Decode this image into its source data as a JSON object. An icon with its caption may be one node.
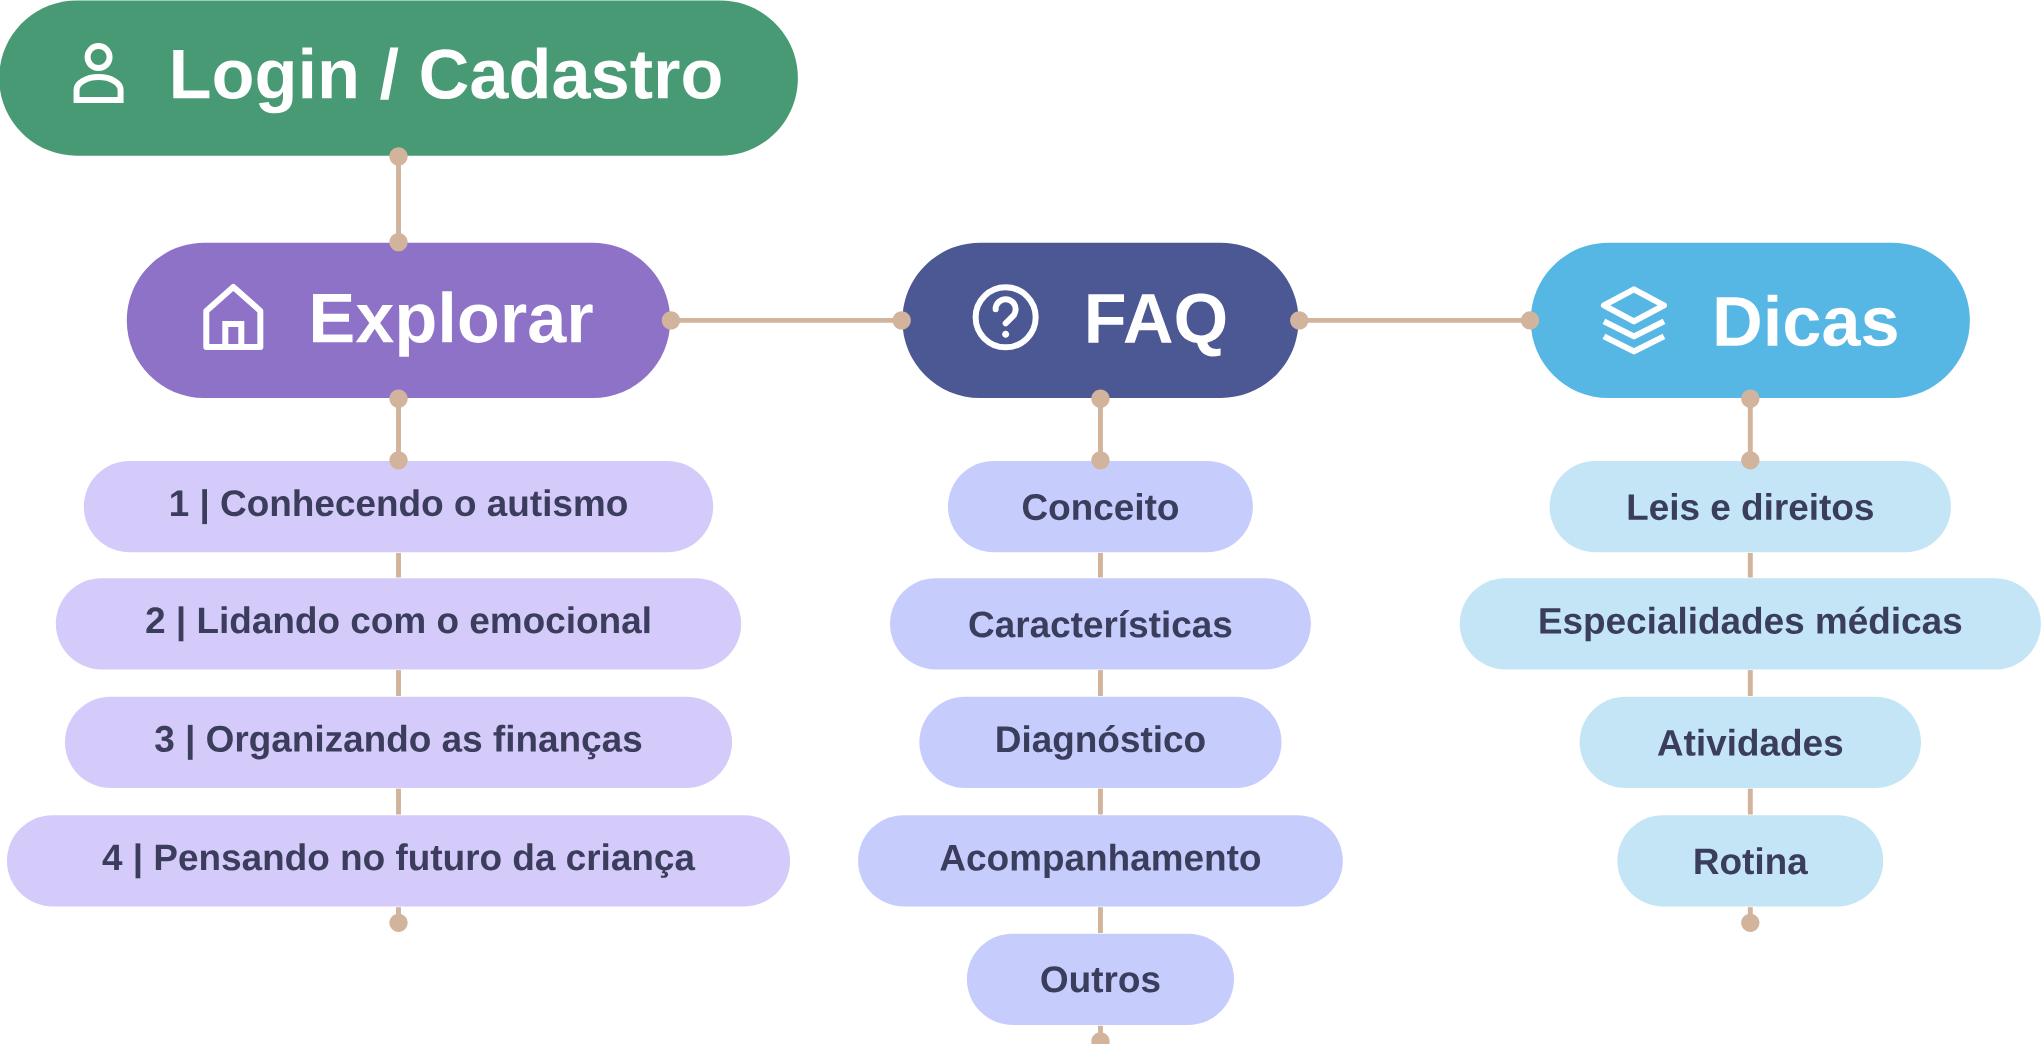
{
  "diagram": {
    "nodes": [
      {
        "text": [
          "Login / Cadastro"
        ]
      },
      {
        "text": [
          "Explorar"
        ]
      },
      {
        "text": [
          "FAQ"
        ]
      },
      {
        "text": [
          "Dicas"
        ]
      },
      {
        "text": [
          "1 | Conhecendo o autismo"
        ]
      },
      {
        "text": [
          "2 | Lidando com o emocional"
        ]
      },
      {
        "text": [
          "3 | Organizando as finanças"
        ]
      },
      {
        "text": [
          "4 | Pensando no futuro da criança"
        ]
      },
      {
        "text": [
          "Conceito"
        ]
      },
      {
        "text": [
          "Características"
        ]
      },
      {
        "text": [
          "Diagnóstico"
        ]
      },
      {
        "text": [
          "Acompanhamento"
        ]
      },
      {
        "text": [
          "Outros"
        ]
      },
      {
        "text": [
          "Leis e direitos"
        ]
      },
      {
        "text": [
          "Especialidades médicas"
        ]
      },
      {
        "text": [
          "Atividades"
        ]
      },
      {
        "text": [
          "Rotina"
        ]
      }
    ],
    "edges": [
      {
        "from": 0,
        "to": 1,
        "arrow": "other"
      },
      {
        "from": 1,
        "to": 2,
        "arrow": "other"
      },
      {
        "from": 2,
        "to": 3,
        "arrow": "other"
      },
      {
        "from": 1,
        "to": 4,
        "arrow": "other"
      },
      {
        "from": 4,
        "to": 5,
        "arrow": "none"
      },
      {
        "from": 5,
        "to": 6,
        "arrow": "none"
      },
      {
        "from": 6,
        "to": 7,
        "arrow": "none"
      },
      {
        "from": 7,
        "to": null,
        "arrow": "other"
      },
      {
        "from": 2,
        "to": 8,
        "arrow": "other"
      },
      {
        "from": 8,
        "to": 9,
        "arrow": "none"
      },
      {
        "from": 9,
        "to": 10,
        "arrow": "none"
      },
      {
        "from": 10,
        "to": 11,
        "arrow": "none"
      },
      {
        "from": 11,
        "to": 12,
        "arrow": "none"
      },
      {
        "from": 12,
        "to": null,
        "arrow": "other"
      },
      {
        "from": 3,
        "to": 13,
        "arrow": "other"
      },
      {
        "from": 13,
        "to": 14,
        "arrow": "none"
      },
      {
        "from": 14,
        "to": 15,
        "arrow": "none"
      },
      {
        "from": 15,
        "to": 16,
        "arrow": "none"
      },
      {
        "from": 16,
        "to": null,
        "arrow": "other"
      }
    ]
  }
}
